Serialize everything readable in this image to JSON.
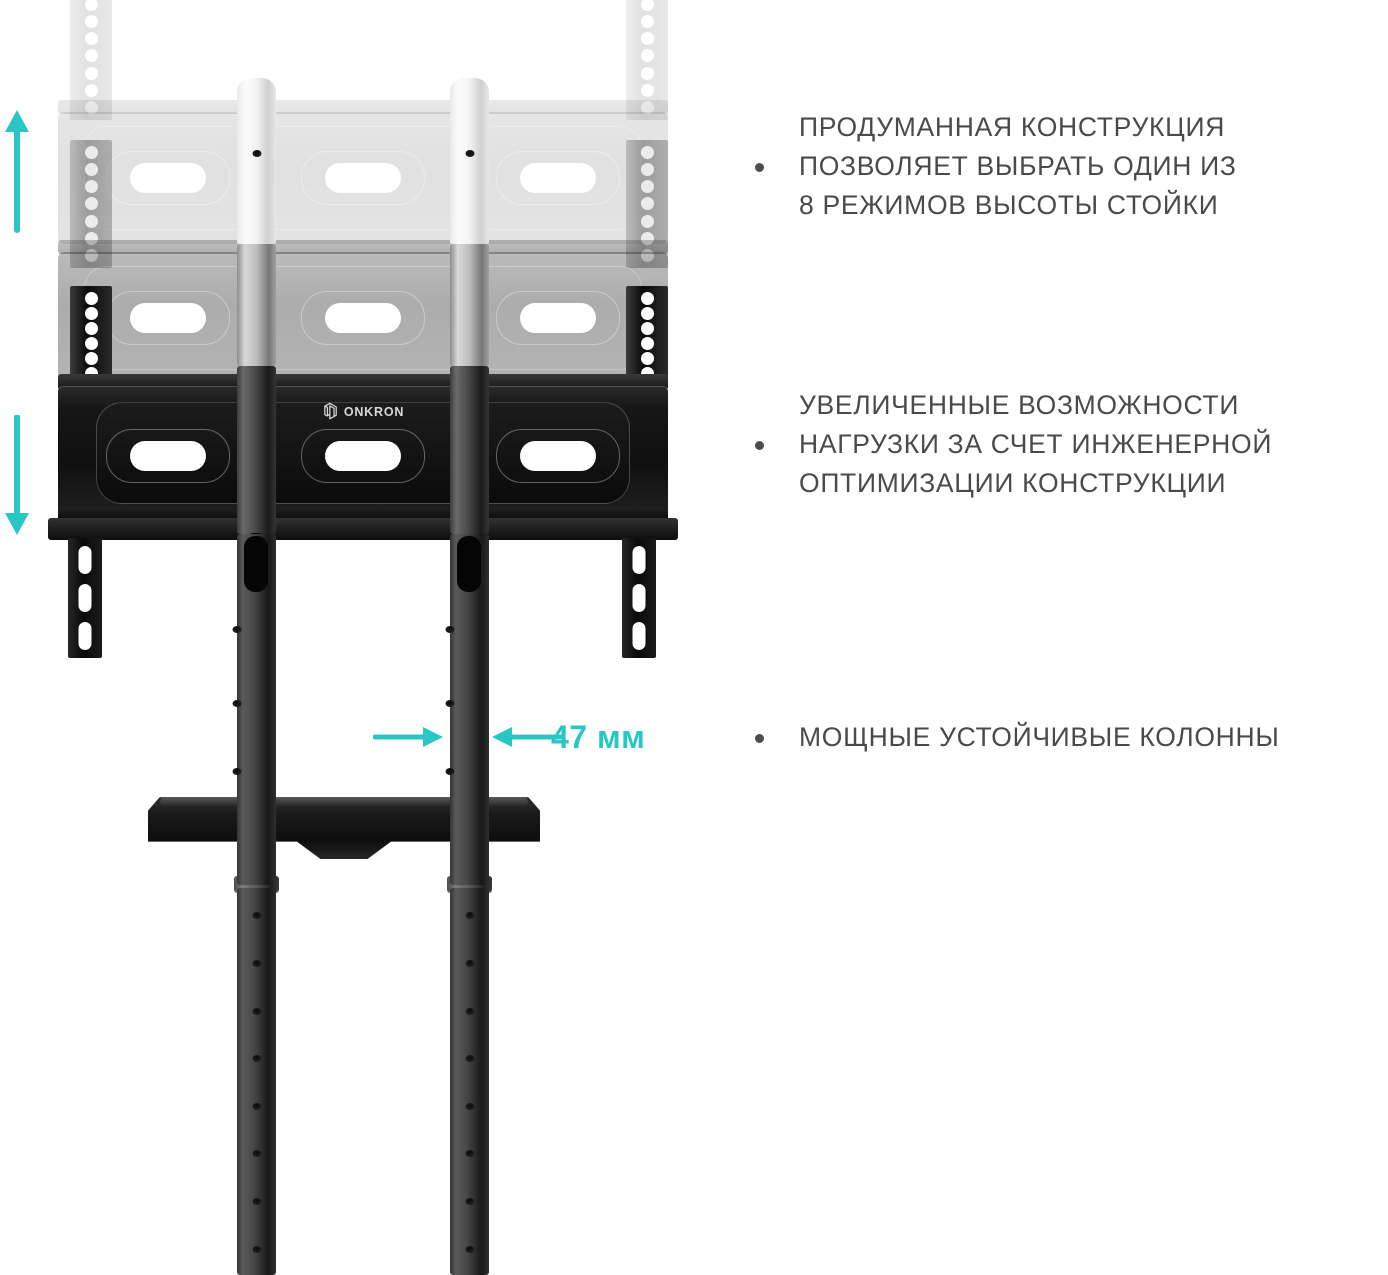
{
  "brand": {
    "name": "ONKRON",
    "logo_icon": "onkron-cube-icon"
  },
  "colors": {
    "accent_teal": "#29c6c6",
    "text_gray": "#4a4a4a",
    "bullet_gray": "#4d4d4d",
    "background": "#ffffff",
    "bracket_black": "#111111"
  },
  "annotations": {
    "width_dimension": {
      "value": "47 мм",
      "icon_left": "arrow-right-icon",
      "icon_right": "arrow-left-icon"
    },
    "height_adjust_up": {
      "icon": "arrow-up-icon",
      "label": ""
    },
    "height_adjust_down": {
      "icon": "arrow-down-icon",
      "label": ""
    }
  },
  "features": [
    {
      "id": "feature-design",
      "bullet_icon": "bullet-dot-icon",
      "text": "ПРОДУМАННАЯ КОНСТРУКЦИЯ\nПОЗВОЛЯЕТ ВЫБРАТЬ ОДИН ИЗ\n8 РЕЖИМОВ ВЫСОТЫ СТОЙКИ"
    },
    {
      "id": "feature-load",
      "bullet_icon": "bullet-dot-icon",
      "text": "УВЕЛИЧЕННЫЕ ВОЗМОЖНОСТИ\nНАГРУЗКИ ЗА СЧЕТ ИНЖЕНЕРНОЙ\nОПТИМИЗАЦИИ КОНСТРУКЦИИ"
    },
    {
      "id": "feature-columns",
      "bullet_icon": "bullet-dot-icon",
      "text": "МОЩНЫЕ УСТОЙЧИВЫЕ КОЛОННЫ"
    }
  ],
  "product": {
    "type": "tv-floor-stand",
    "mount_positions_shown": 3,
    "height_modes": 8,
    "column_count": 2,
    "shelf": true,
    "bracket_slots": 3
  }
}
